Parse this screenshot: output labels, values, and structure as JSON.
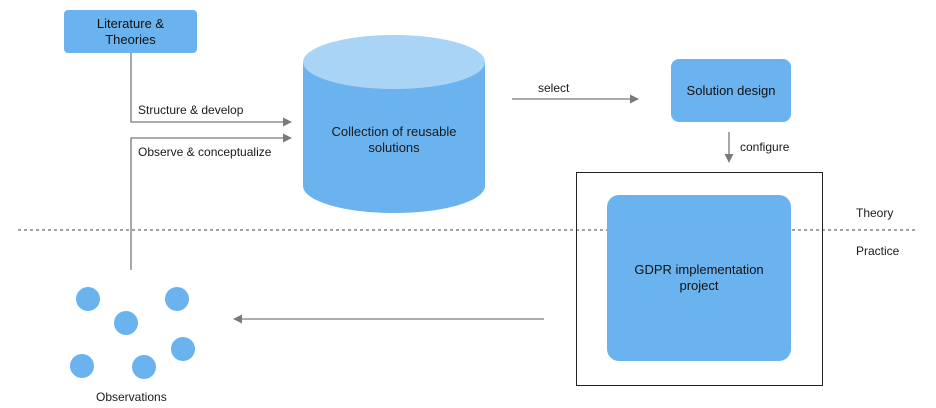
{
  "nodes": {
    "literature": "Literature & Theories",
    "collection": "Collection of reusable solutions",
    "solution_design": "Solution design",
    "gdpr_project": "GDPR implementation project",
    "observations": "Observations"
  },
  "edges": {
    "structure_develop": "Structure & develop",
    "observe_conceptualize": "Observe & conceptualize",
    "select": "select",
    "configure": "configure"
  },
  "levels": {
    "theory": "Theory",
    "practice": "Practice"
  },
  "colors": {
    "node_fill": "#6bb3ee",
    "cylinder_top": "#a9d4f6",
    "line": "#7a7a7a"
  }
}
